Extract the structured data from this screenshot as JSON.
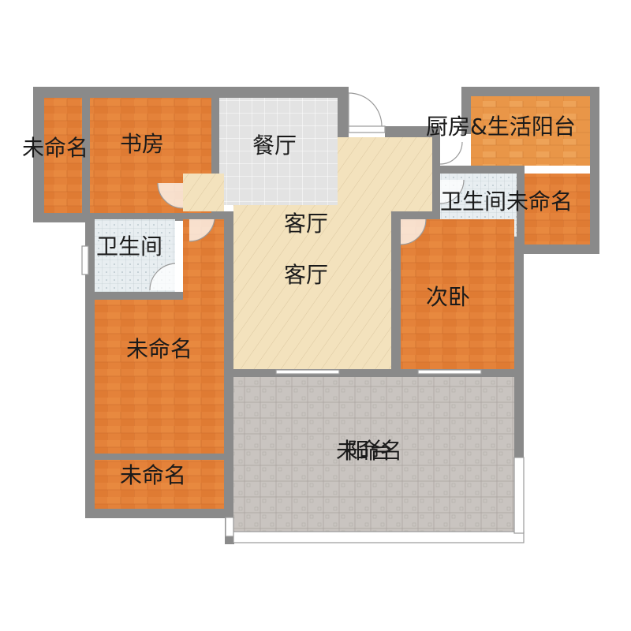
{
  "rooms": {
    "unnamed_top_left": "未命名",
    "study": "书房",
    "dining": "餐厅",
    "kitchen_balcony": "厨房&生活阳台",
    "bathroom_right": "卫生间",
    "unnamed_right": "未命名",
    "living_upper": "客厅",
    "living_lower": "客厅",
    "bathroom_left": "卫生间",
    "second_bedroom": "次卧",
    "unnamed_left_mid": "未命名",
    "balcony": "阳台",
    "balcony_overlap": "未命名",
    "unnamed_bottom_left": "未命名"
  },
  "colors": {
    "wood_floor": "#e4823a",
    "wood_light": "#eb9a52",
    "tile_floor": "#e2e2e2",
    "bath_tile": "#e6ecef",
    "living_floor": "#f3e2bd",
    "balcony_floor": "#c8c3bf",
    "wall": "#8a8a8a"
  }
}
